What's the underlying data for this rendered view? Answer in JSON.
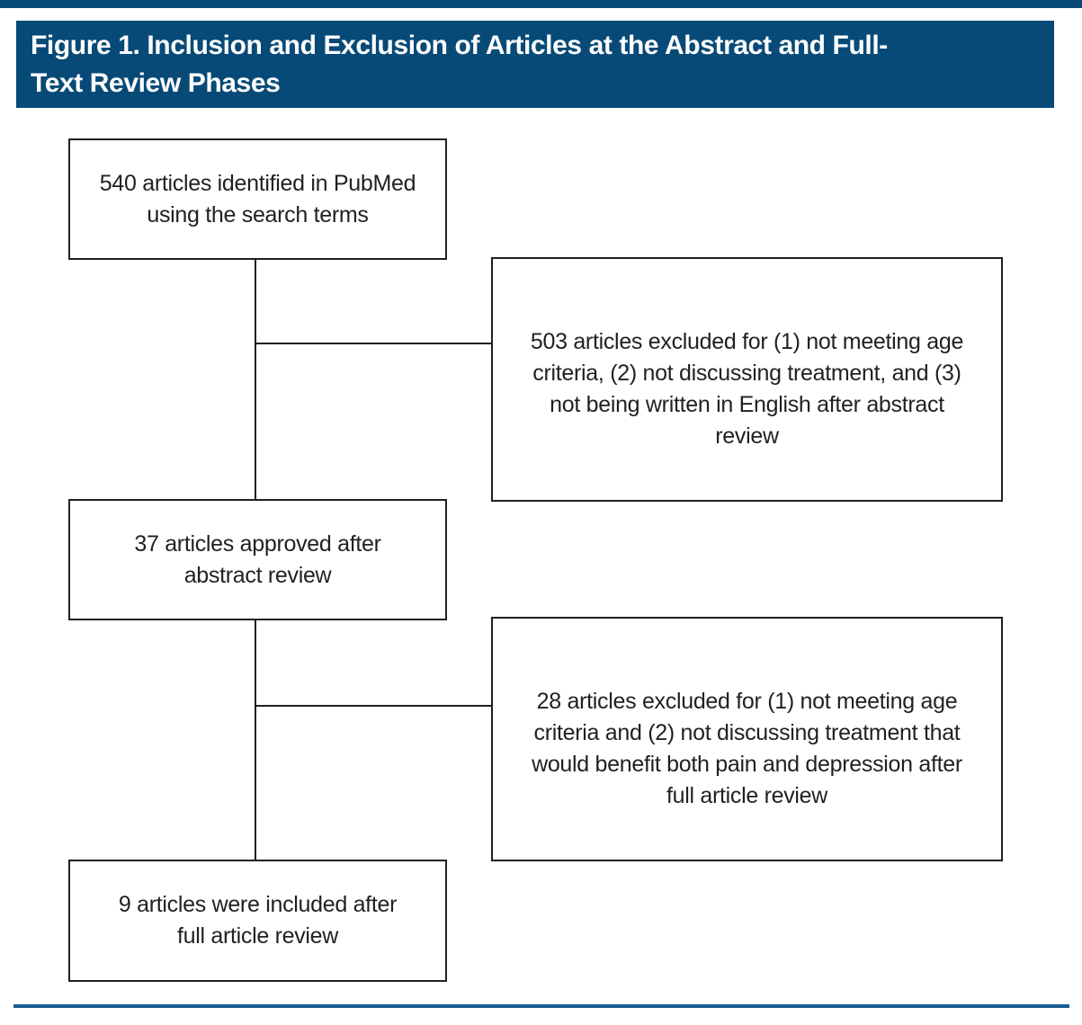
{
  "header": {
    "title": "Figure 1. Inclusion and Exclusion of Articles at the Abstract and Full-\nText Review Phases",
    "bg_color": "#084a77",
    "text_color": "#ffffff"
  },
  "rules": {
    "top_rule_color": "#084a77",
    "bottom_rule_color": "#175d92"
  },
  "flowchart": {
    "border_color": "#231f20",
    "connector_color": "#231f20",
    "boxes": [
      {
        "id": "identified",
        "text": "540 articles identified in PubMed\nusing the search terms"
      },
      {
        "id": "excluded-abstract-review",
        "text": "503 articles excluded for (1) not meeting age\ncriteria, (2) not discussing treatment, and (3)\nnot being written in English after abstract\nreview"
      },
      {
        "id": "approved-abstract-review",
        "text": "37 articles approved after\nabstract review"
      },
      {
        "id": "excluded-full-article-review",
        "text": "28 articles excluded for (1) not meeting age\ncriteria and (2) not discussing treatment that\nwould benefit both pain and depression after\nfull article review"
      },
      {
        "id": "included-full-article-review",
        "text": "9 articles were included after\nfull article review"
      }
    ]
  }
}
